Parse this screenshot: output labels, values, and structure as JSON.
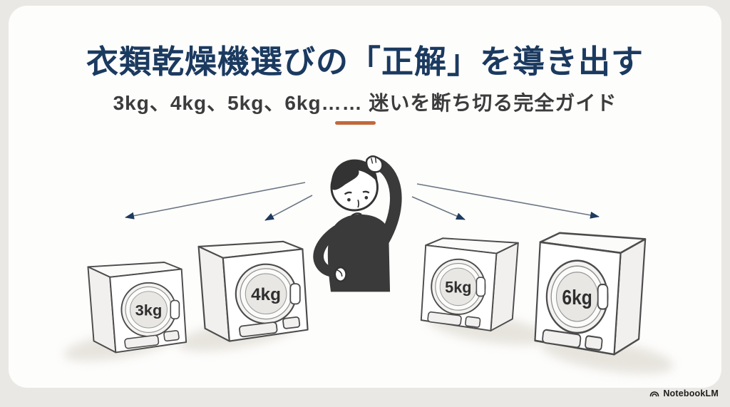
{
  "header": {
    "title": "衣類乾燥機選びの「正解」を導き出す",
    "subtitle": "3kg、4kg、5kg、6kg…… 迷いを断ち切る完全ガイド"
  },
  "illustration": {
    "person": "confused-man-scratching-head",
    "arrow_count": 4
  },
  "dryers": [
    {
      "label": "3kg"
    },
    {
      "label": "4kg"
    },
    {
      "label": "5kg"
    },
    {
      "label": "6kg"
    }
  ],
  "footer": {
    "brand": "NotebookLM"
  },
  "colors": {
    "title": "#1b3a60",
    "accent": "#c2693c",
    "arrow": "#1e3a5f",
    "ink": "#3a3a3a"
  }
}
